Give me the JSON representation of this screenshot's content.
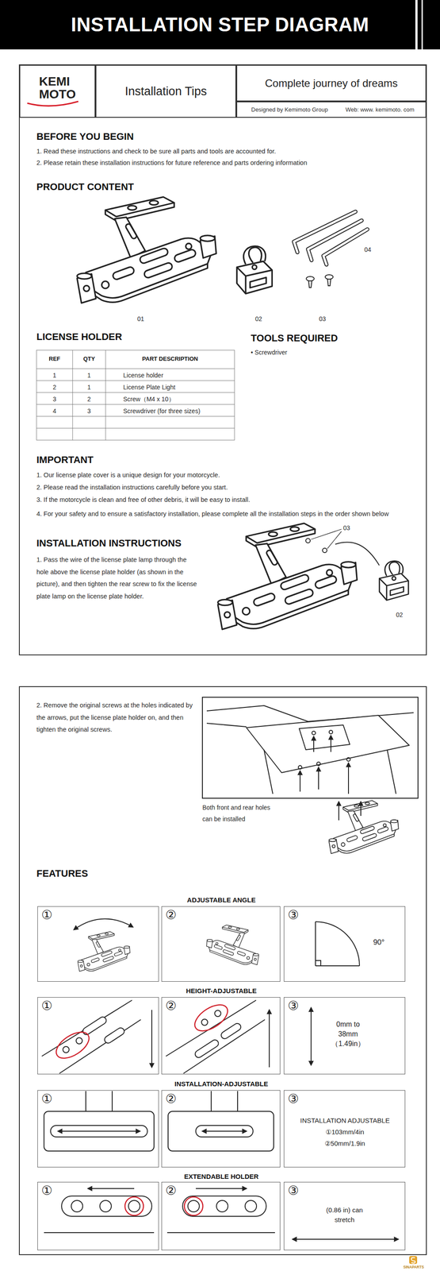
{
  "diagram": {
    "title": "INSTALLATION STEP DIAGRAM",
    "nodes": [
      {
        "text": [
          "KEMI MOTO"
        ]
      },
      {
        "text": [
          "Installation Tips"
        ]
      },
      {
        "text": [
          "Complete journey of dreams"
        ]
      },
      {
        "text": [
          "Designed by Kemimoto Group",
          "Web: www. kemimoto. com"
        ]
      },
      {
        "text": [
          "①"
        ]
      },
      {
        "text": [
          "②"
        ]
      },
      {
        "text": [
          "③",
          "90°"
        ]
      },
      {
        "text": [
          "①"
        ]
      },
      {
        "text": [
          "②"
        ]
      },
      {
        "text": [
          "③",
          "0mm to 38mm （1.49in）"
        ]
      },
      {
        "text": [
          "①"
        ]
      },
      {
        "text": [
          "②"
        ]
      },
      {
        "text": [
          "③",
          "INSTALLATION ADJUSTABLE",
          "①103mm/4in",
          "②50mm/1.9in"
        ]
      },
      {
        "text": [
          "①"
        ]
      },
      {
        "text": [
          "②"
        ]
      },
      {
        "text": [
          "③",
          "(0.86 in) can stretch"
        ]
      }
    ],
    "labels": [
      "BEFORE YOU BEGIN",
      "1. Read these instructions and check to be sure all parts and tools are accounted for.",
      "2. Please retain these installation instructions for future reference and parts ordering information",
      "PRODUCT CONTENT",
      "01",
      "02",
      "03",
      "04",
      "LICENSE HOLDER",
      "TOOLS REQUIRED",
      "• Screwdriver",
      "REF",
      "QTY",
      "PART DESCRIPTION",
      "1",
      "1",
      "License holder",
      "2",
      "1",
      "License Plate Light",
      "3",
      "2",
      "Screw（M4 x 10）",
      "4",
      "3",
      "Screwdriver (for three sizes)",
      "IMPORTANT",
      "1. Our license plate cover is a unique design for your motorcycle.",
      "2. Please read the installation instructions carefully before you start.",
      "3. If the motorcycle is clean and free of other debris, it will be easy to install.",
      "4. For your safety and to ensure a satisfactory installation, please complete all the installation steps in the order shown below",
      "INSTALLATION INSTRUCTIONS",
      "1. Pass the wire of the license plate lamp through the hole above the license plate holder (as shown in the picture), and then tighten the rear screw to fix the license plate lamp on the license plate holder.",
      "03",
      "02",
      "2. Remove the original screws at the holes indicated by the arrows, put the license plate holder on, and then tighten the original screws.",
      "Both front and rear holes can be installed",
      "FEATURES",
      "ADJUSTABLE ANGLE",
      "HEIGHT-ADJUSTABLE",
      "INSTALLATION-ADJUSTABLE",
      "EXTENDABLE HOLDER",
      "SINAPARTS"
    ]
  }
}
